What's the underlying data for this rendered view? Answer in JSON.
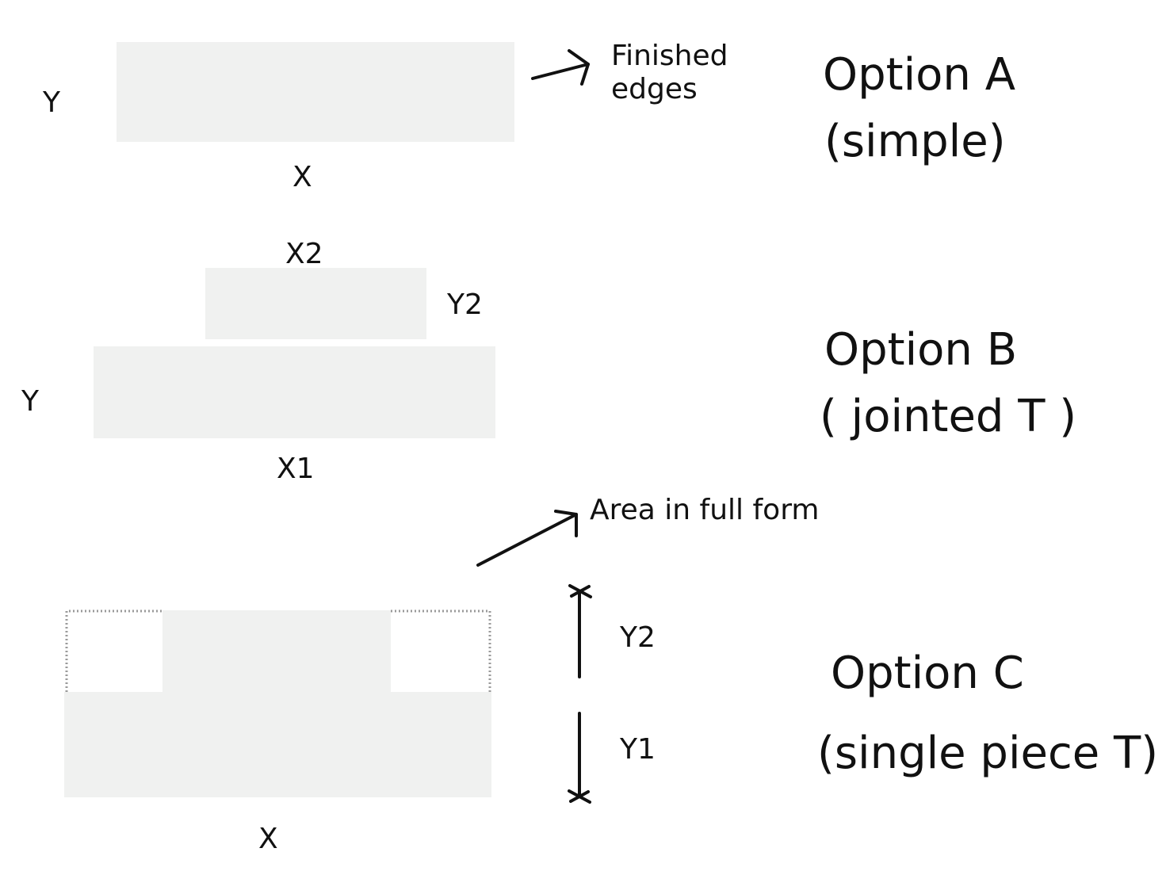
{
  "option_a": {
    "title": "Option A",
    "subtitle": "(simple)",
    "y_label": "Y",
    "x_label": "X",
    "note_line1": "Finished",
    "note_line2": "edges"
  },
  "option_b": {
    "title": "Option B",
    "subtitle": "( jointed T )",
    "x2_label": "X2",
    "y2_label": "Y2",
    "y_label": "Y",
    "x1_label": "X1"
  },
  "option_c": {
    "title": "Option C",
    "subtitle": "(single piece T)",
    "note": "Area in full form",
    "y2_label": "Y2",
    "y1_label": "Y1",
    "x_label": "X"
  },
  "colors": {
    "panel_fill": "#f0f1f0",
    "ink": "#111111",
    "dotted_outline": "#9a9a9a"
  }
}
